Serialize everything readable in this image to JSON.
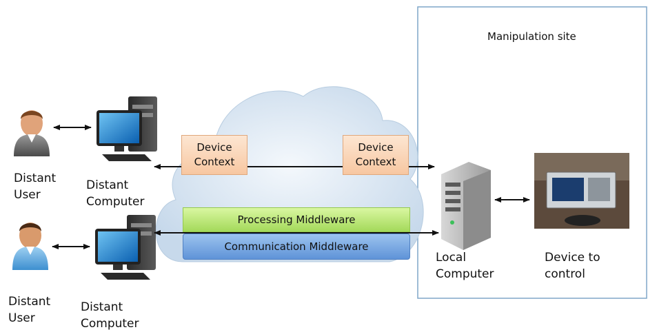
{
  "manipulation_site": {
    "title": "Manipulation site"
  },
  "users": [
    {
      "label": "Distant\nUser"
    },
    {
      "label": "Distant\nUser"
    }
  ],
  "distant_computers": [
    {
      "label": "Distant\nComputer"
    },
    {
      "label": "Distant\nComputer"
    }
  ],
  "device_context": [
    {
      "label": "Device\nContext"
    },
    {
      "label": "Device\nContext"
    }
  ],
  "middleware": {
    "processing": "Processing Middleware",
    "communication": "Communication Middleware"
  },
  "local_computer": {
    "label": "Local\nComputer"
  },
  "device": {
    "label": "Device to\ncontrol"
  }
}
